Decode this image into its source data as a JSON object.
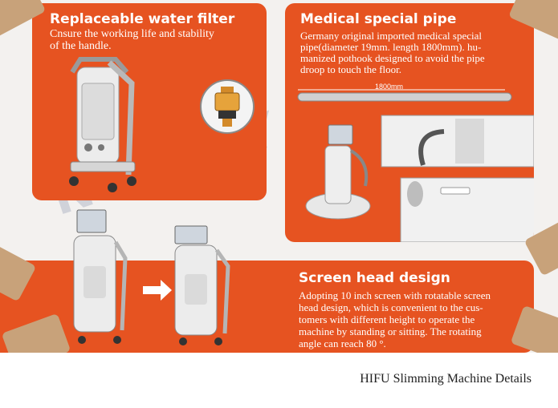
{
  "sections": {
    "water_filter": {
      "title": "Replaceable water filter",
      "text_lines": [
        "Cnsure the working life and stability",
        "of the handle."
      ]
    },
    "medical_pipe": {
      "title": "Medical special pipe",
      "text_lines": [
        "Germany original imported medical special",
        "pipe(diameter 19mm. length 1800mm). hu-",
        "manized pothook designed to avoid the pipe",
        "droop to touch the floor."
      ],
      "pipe_length_label": "1800mm"
    },
    "screen_head": {
      "title": "Screen head design",
      "text_lines": [
        "Adopting 10 inch screen with rotatable screen",
        "head design, which is convenient to the cus-",
        "tomers with different height to operate the",
        "machine by standing or sitting. The rotating",
        "angle can reach 80 °."
      ]
    }
  },
  "caption": "HIFU Slimming Machine Details",
  "colors": {
    "panel": "#e65321",
    "background": "#f3f1ef",
    "clip": "#c8a27a",
    "text": "#ffffff"
  }
}
